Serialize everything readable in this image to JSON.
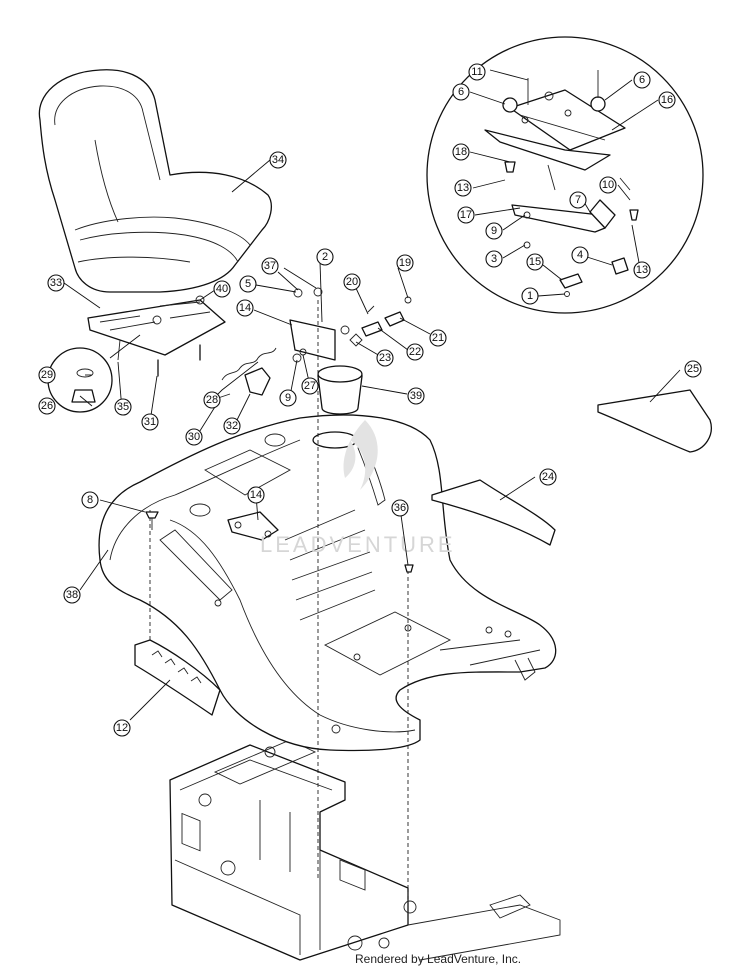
{
  "diagram": {
    "watermark": "LEADVENTURE",
    "credit": "Rendered by LeadVenture, Inc.",
    "callouts": [
      {
        "label": "34"
      },
      {
        "label": "33"
      },
      {
        "label": "40"
      },
      {
        "label": "37"
      },
      {
        "label": "2"
      },
      {
        "label": "19"
      },
      {
        "label": "20"
      },
      {
        "label": "21"
      },
      {
        "label": "22"
      },
      {
        "label": "23"
      },
      {
        "label": "5"
      },
      {
        "label": "14"
      },
      {
        "label": "39"
      },
      {
        "label": "29"
      },
      {
        "label": "26"
      },
      {
        "label": "35"
      },
      {
        "label": "31"
      },
      {
        "label": "28"
      },
      {
        "label": "30"
      },
      {
        "label": "32"
      },
      {
        "label": "9"
      },
      {
        "label": "27"
      },
      {
        "label": "11"
      },
      {
        "label": "6"
      },
      {
        "label": "6"
      },
      {
        "label": "16"
      },
      {
        "label": "18"
      },
      {
        "label": "13"
      },
      {
        "label": "10"
      },
      {
        "label": "7"
      },
      {
        "label": "17"
      },
      {
        "label": "9"
      },
      {
        "label": "3"
      },
      {
        "label": "15"
      },
      {
        "label": "4"
      },
      {
        "label": "13"
      },
      {
        "label": "1"
      },
      {
        "label": "25"
      },
      {
        "label": "24"
      },
      {
        "label": "8"
      },
      {
        "label": "14"
      },
      {
        "label": "36"
      },
      {
        "label": "38"
      },
      {
        "label": "12"
      }
    ]
  }
}
